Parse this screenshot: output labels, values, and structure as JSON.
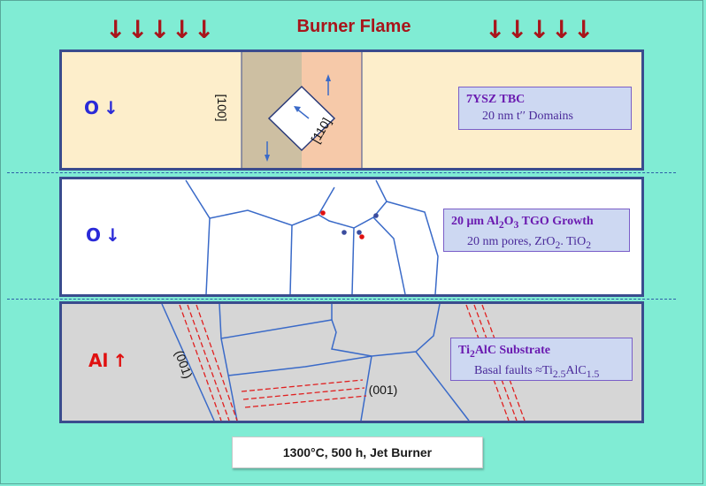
{
  "header": {
    "title": "Burner Flame",
    "arrow_glyph": "↓"
  },
  "tbc": {
    "species": "O",
    "species_arrow": "↓",
    "info_title": "7YSZ TBC",
    "info_sub": "20 nm  t′′ Domains",
    "label_100": "[100]",
    "label_110": "[110]"
  },
  "tgo": {
    "species": "O",
    "species_arrow": "↓",
    "info_title_a": "20 μm Al",
    "info_title_sub2": "2",
    "info_title_b": "O",
    "info_title_sub3": "3",
    "info_title_c": " TGO Growth",
    "info_sub_a": "20 nm pores,  ZrO",
    "info_sub_sub2": "2",
    "info_sub_b": ". TiO",
    "info_sub_sub2b": "2"
  },
  "substrate": {
    "species": "Al",
    "species_arrow": "↑",
    "info_title_a": "Ti",
    "info_title_sub2": "2",
    "info_title_b": "AlC Substrate",
    "info_sub_a": "Basal faults  ≈Ti",
    "info_sub_sub1": "2.5",
    "info_sub_b": "AlC",
    "info_sub_sub2": "1.5",
    "label_001_rot": "(001)",
    "label_001": "(001)"
  },
  "caption": "1300°C, 500 h, Jet Burner",
  "colors": {
    "background": "#80ecd4",
    "tbc_fill": "#fdeecb",
    "tgo_fill": "#ffffff",
    "substrate_fill": "#d6d6d6",
    "border": "#3a4c8e",
    "flame_red": "#a8151b",
    "oxygen_blue": "#2a2ad8",
    "aluminum_red": "#e01010",
    "grain_line": "#3a6ac8",
    "fault_red": "#e02020"
  }
}
